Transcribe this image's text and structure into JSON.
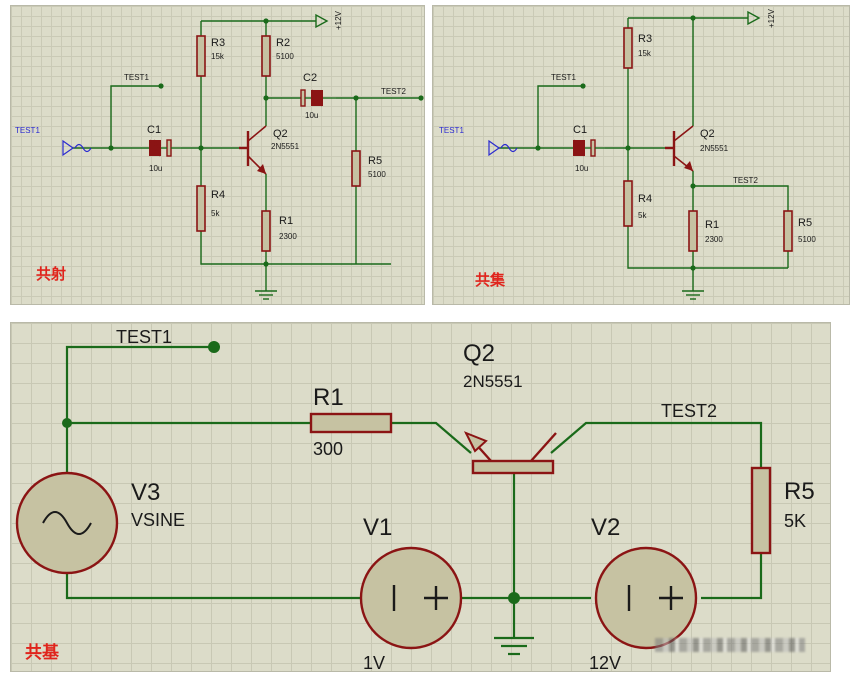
{
  "panel_emitter": {
    "caption": "共射",
    "r3": {
      "name": "R3",
      "value": "15k"
    },
    "r2": {
      "name": "R2",
      "value": "5100"
    },
    "r4": {
      "name": "R4",
      "value": "5k"
    },
    "r1": {
      "name": "R1",
      "value": "2300"
    },
    "r5": {
      "name": "R5",
      "value": "5100"
    },
    "c1": {
      "name": "C1",
      "value": "10u"
    },
    "c2": {
      "name": "C2",
      "value": "10u"
    },
    "q2": {
      "name": "Q2",
      "part": "2N5551"
    },
    "test1_in": "TEST1",
    "test1_probe": "TEST1",
    "test2_probe": "TEST2",
    "supply": "+12V"
  },
  "panel_collector": {
    "caption": "共集",
    "r3": {
      "name": "R3",
      "value": "15k"
    },
    "r4": {
      "name": "R4",
      "value": "5k"
    },
    "r1": {
      "name": "R1",
      "value": "2300"
    },
    "r5": {
      "name": "R5",
      "value": "5100"
    },
    "c1": {
      "name": "C1",
      "value": "10u"
    },
    "q2": {
      "name": "Q2",
      "part": "2N5551"
    },
    "test1_in": "TEST1",
    "test1_probe": "TEST1",
    "test2_probe": "TEST2",
    "supply": "+12V"
  },
  "panel_base": {
    "caption": "共基",
    "test1_probe": "TEST1",
    "test2_probe": "TEST2",
    "r1": {
      "name": "R1",
      "value": "300"
    },
    "q2": {
      "name": "Q2",
      "part": "2N5551"
    },
    "v3": {
      "name": "V3",
      "type": "VSINE"
    },
    "v1": {
      "name": "V1",
      "value": "1V"
    },
    "v2": {
      "name": "V2",
      "value": "12V"
    },
    "r5": {
      "name": "R5",
      "value": "5K"
    }
  },
  "colors": {
    "wire": "#1a6a1a",
    "component": "#8b1414",
    "fill": "#c6c2a2",
    "caption": "#e0241c",
    "probe_in": "#2a2ad0"
  }
}
